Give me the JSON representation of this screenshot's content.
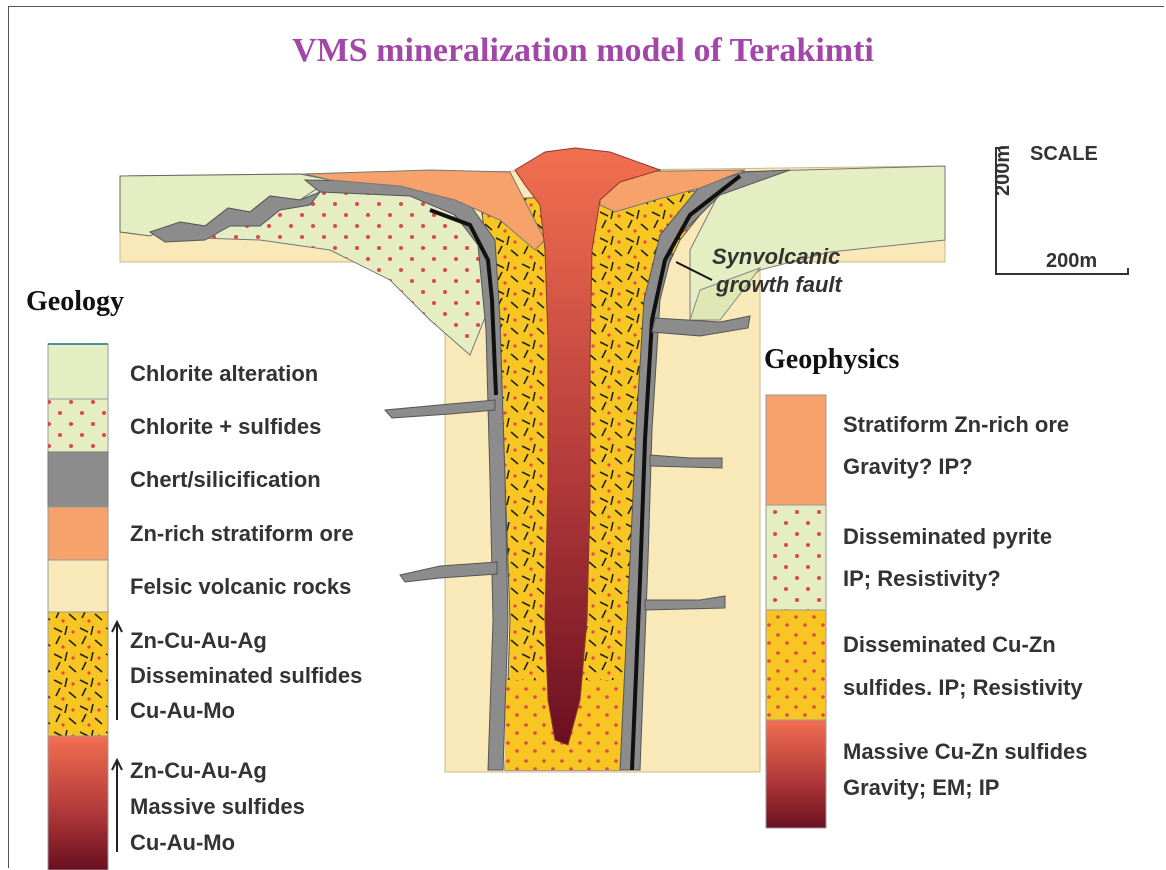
{
  "title": "VMS mineralization model of Terakimti",
  "colors": {
    "title": "#a247a8",
    "chlorite": "#e4eec2",
    "chert": "#8c8c8c",
    "zn_ore": "#f6a26a",
    "felsic": "#fae9b8",
    "disseminated": "#f8c622",
    "massive_top": "#f26f50",
    "massive_bottom": "#6a0f20",
    "dots": "#e0474c"
  },
  "diagram": {
    "fault_label_line1": "Synvolcanic",
    "fault_label_line2": "growth fault",
    "scale_title": "SCALE",
    "scale_vertical": "200m",
    "scale_horizontal": "200m"
  },
  "geology": {
    "heading": "Geology",
    "items": [
      {
        "label": "Chlorite alteration",
        "pattern": "chlorite-swatch"
      },
      {
        "label": "Chlorite + sulfides",
        "pattern": "chlorite-sulfides-swatch"
      },
      {
        "label": "Chert/silicification",
        "pattern": "chert-swatch"
      },
      {
        "label": "Zn-rich stratiform ore",
        "pattern": "zn-ore-swatch"
      },
      {
        "label": "Felsic volcanic rocks",
        "pattern": "felsic-swatch"
      }
    ],
    "disseminated": {
      "line1": "Zn-Cu-Au-Ag",
      "line2": "Disseminated sulfides",
      "line3": "Cu-Au-Mo"
    },
    "massive": {
      "line1": "Zn-Cu-Au-Ag",
      "line2": "Massive sulfides",
      "line3": "Cu-Au-Mo"
    }
  },
  "geophysics": {
    "heading": "Geophysics",
    "items": [
      {
        "line1": "Stratiform Zn-rich ore",
        "line2": "Gravity? IP?"
      },
      {
        "line1": "Disseminated pyrite",
        "line2": "IP; Resistivity?"
      },
      {
        "line1": "Disseminated Cu-Zn",
        "line2": "sulfides.  IP; Resistivity"
      },
      {
        "line1": "Massive Cu-Zn sulfides",
        "line2": "Gravity; EM; IP"
      }
    ]
  }
}
